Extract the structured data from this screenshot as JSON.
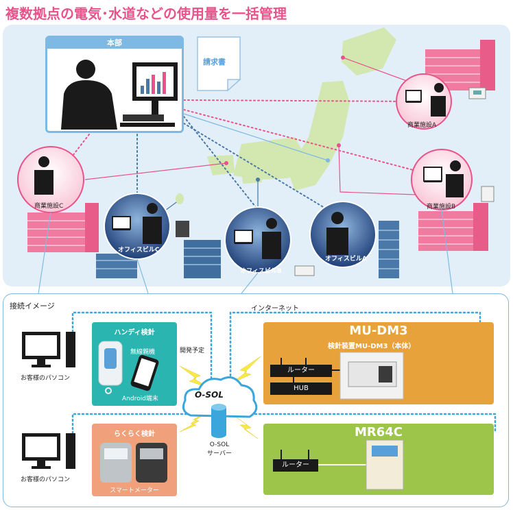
{
  "title": "複数拠点の電気･水道などの使用量を一括管理",
  "hq": {
    "label": "本部"
  },
  "invoice": {
    "label": "請求書"
  },
  "sites": {
    "commercial_a": "商業施設A",
    "commercial_b": "商業施設B",
    "commercial_c": "商業施設C",
    "office_a": "オフィスビルA",
    "office_b": "オフィスビルB",
    "office_c": "オフィスビルC"
  },
  "connection_image": "接続イメージ",
  "internet": "インターネット",
  "customer_pc": "お客様のパソコン",
  "handy": {
    "title": "ハンディ検針",
    "wireless": "無線親機",
    "android": "Android端末",
    "planned": "開発予定"
  },
  "rakuraku": {
    "title": "らくらく検針",
    "smart_meter": "スマートメーター"
  },
  "osol": {
    "logo": "O-SOL",
    "server_line1": "O-SOL",
    "server_line2": "サーバー"
  },
  "mudm3": {
    "title": "MU-DM3",
    "subtitle": "検針装置MU-DM3（本体）",
    "router": "ルーター",
    "hub": "HUB"
  },
  "mr64c": {
    "title": "MR64C",
    "router": "ルーター"
  },
  "colors": {
    "pink": "#e8538a",
    "blue_panel": "#e2eff8",
    "japan_green": "#d3e7b0",
    "teal": "#2bb5b0",
    "orange": "#e8a23c",
    "salmon": "#f0a07a",
    "green": "#9cc54a"
  }
}
